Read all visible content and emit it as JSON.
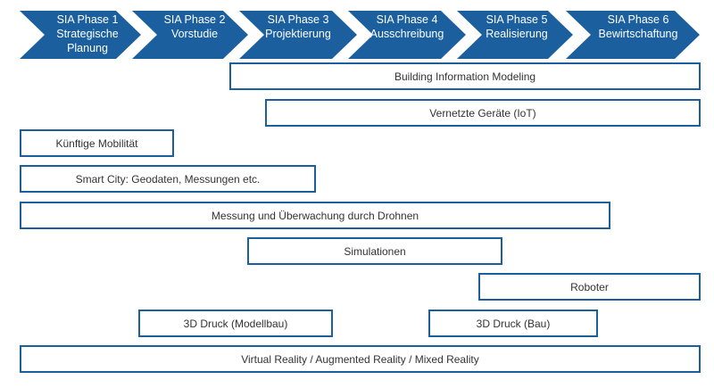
{
  "colors": {
    "chevron_fill": "#1b5f9e",
    "box_border": "#1b5f9e",
    "text": "#333333"
  },
  "phases": [
    {
      "line1": "SIA Phase 1",
      "line2": "Strategische",
      "line3": "Planung"
    },
    {
      "line1": "SIA Phase 2",
      "line2": "Vorstudie",
      "line3": ""
    },
    {
      "line1": "SIA Phase 3",
      "line2": "Projektierung",
      "line3": ""
    },
    {
      "line1": "SIA Phase 4",
      "line2": "Ausschreibung",
      "line3": ""
    },
    {
      "line1": "SIA Phase 5",
      "line2": "Realisierung",
      "line3": ""
    },
    {
      "line1": "SIA Phase 6",
      "line2": "Bewirtschaftung",
      "line3": ""
    }
  ],
  "technologies": [
    "Building Information Modeling",
    "Vernetzte Geräte (IoT)",
    "Künftige Mobilität",
    "Smart City: Geodaten, Messungen etc.",
    "Messung und Überwachung durch Drohnen",
    "Simulationen",
    "Roboter",
    "3D Druck (Modellbau)",
    "3D Druck (Bau)",
    "Virtual Reality / Augmented Reality / Mixed Reality"
  ]
}
